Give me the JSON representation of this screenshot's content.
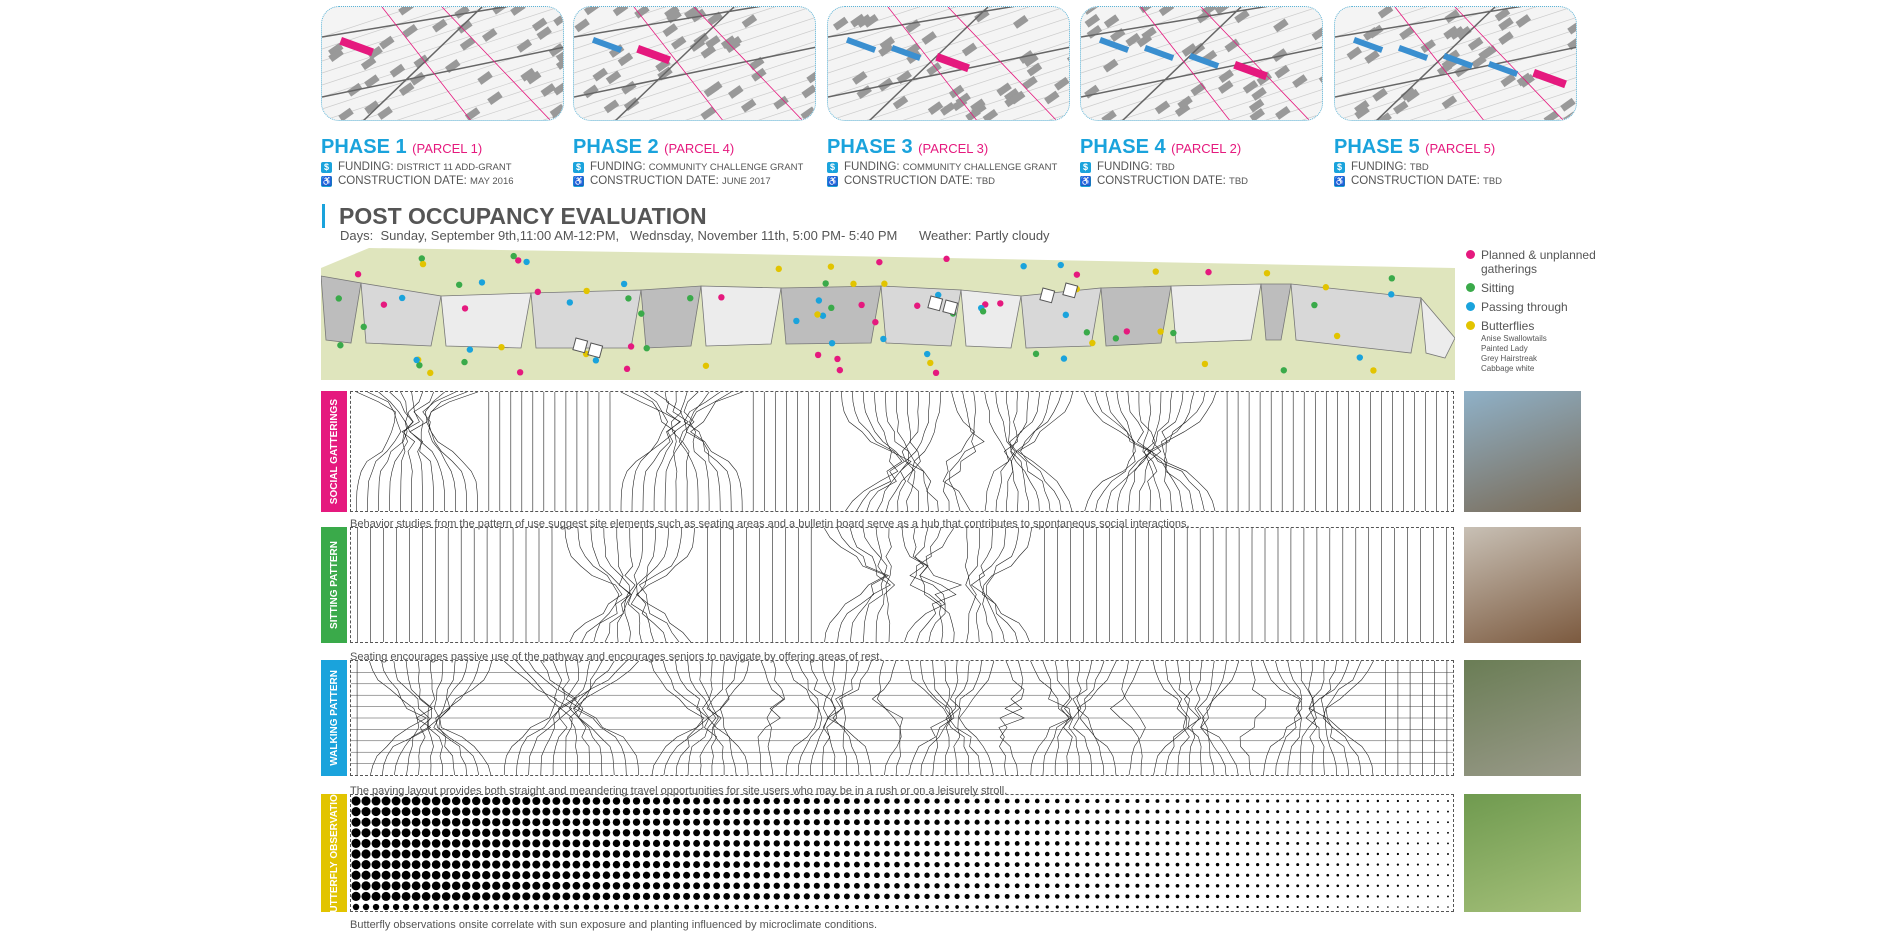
{
  "phases": [
    {
      "title": "PHASE 1",
      "parcel": "(PARCEL 1)",
      "funding_label": "FUNDING:",
      "funding": "DISTRICT 11 ADD-GRANT",
      "date_label": "CONSTRUCTION DATE:",
      "date": "MAY 2016"
    },
    {
      "title": "PHASE 2",
      "parcel": "(PARCEL 4)",
      "funding_label": "FUNDING:",
      "funding": "COMMUNITY CHALLENGE GRANT",
      "date_label": "CONSTRUCTION DATE:",
      "date": "JUNE 2017"
    },
    {
      "title": "PHASE 3",
      "parcel": "(PARCEL 3)",
      "funding_label": "FUNDING:",
      "funding": "COMMUNITY CHALLENGE GRANT",
      "date_label": "CONSTRUCTION DATE:",
      "date": "TBD"
    },
    {
      "title": "PHASE 4",
      "parcel": "(PARCEL 2)",
      "funding_label": "FUNDING:",
      "funding": "TBD",
      "date_label": "CONSTRUCTION DATE:",
      "date": "TBD"
    },
    {
      "title": "PHASE 5",
      "parcel": "(PARCEL 5)",
      "funding_label": "FUNDING:",
      "funding": "TBD",
      "date_label": "CONSTRUCTION DATE:",
      "date": "TBD"
    }
  ],
  "icons": {
    "funding": "dollar-icon",
    "date": "construction-icon"
  },
  "evaluation": {
    "title": "POST OCCUPANCY EVALUATION",
    "days": "Days:  Sunday, September 9th,11:00 AM-12:PM,   Wednsday, November 11th, 5:00 PM- 5:40 PM      Weather: Partly cloudy"
  },
  "legend": {
    "gatherings": "Planned & unplanned gatherings",
    "sitting": "Sitting",
    "passing": "Passing through",
    "butterflies": "Butterflies",
    "species": [
      "Anise Swallowtails",
      "Painted Lady",
      "Grey Hairstreak",
      "Cabbage white"
    ]
  },
  "colors": {
    "magenta": "#e5197e",
    "green": "#3aaa4a",
    "blue": "#1aa3dc",
    "yellow": "#e2c400",
    "grass": "#dfe5bd"
  },
  "rows": [
    {
      "label": "SOCIAL GATTERINGS",
      "caption": "Behavior studies from the pattern of use suggest site elements such as seating areas and a bulletin board serve as a hub that contributes to spontaneous social interactions."
    },
    {
      "label": "SITTING PATTERN",
      "caption": "Seating encourages passive use of the pathway and encourages seniors to navigate by offering areas of rest."
    },
    {
      "label": "WALKING PATTERN",
      "caption": "The paving layout provides both straight and meandering travel opportunities for site users who may be in a rush or on a leisurely stroll."
    },
    {
      "label": "BUTTERFLY OBSERVATION",
      "caption": "Butterfly observations onsite correlate with sun exposure and planting influenced by microclimate conditions."
    }
  ]
}
